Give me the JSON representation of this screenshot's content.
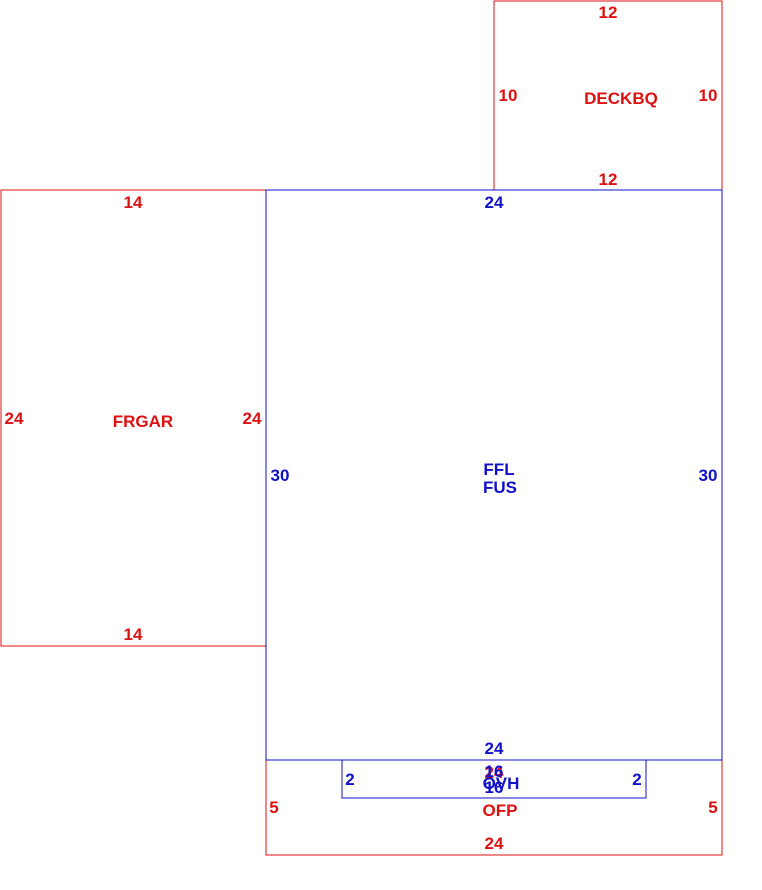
{
  "colors": {
    "red": "#dd1111",
    "blue": "#1111cc"
  },
  "deckbq": {
    "name": "DECKBQ",
    "top": "12",
    "bottom": "12",
    "left": "10",
    "right": "10"
  },
  "frgar": {
    "name": "FRGAR",
    "top": "14",
    "bottom": "14",
    "left": "24",
    "right": "24"
  },
  "main": {
    "name1": "FFL",
    "name2": "FUS",
    "top": "24",
    "bottom": "24",
    "left": "30",
    "right": "30"
  },
  "ofp": {
    "name": "OFP",
    "top": "24",
    "bottom": "24",
    "left": "5",
    "right": "5"
  },
  "ovh": {
    "name": "OVH",
    "top": "16",
    "bottom": "16",
    "left": "2",
    "right": "2"
  }
}
